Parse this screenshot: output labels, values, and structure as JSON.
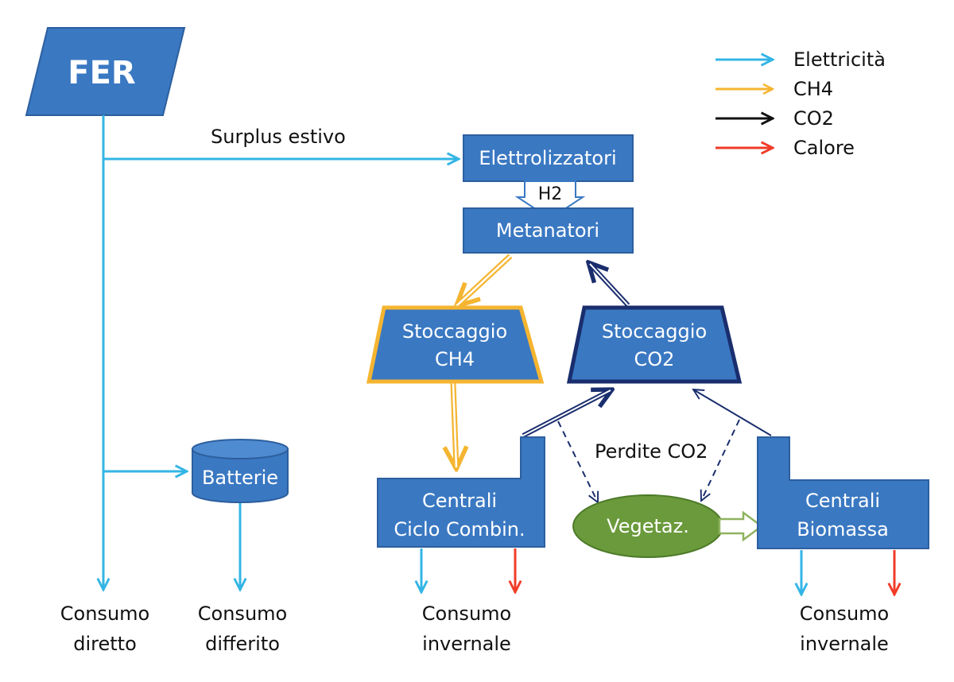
{
  "colors": {
    "electricity": "#33b5e5",
    "ch4": "#f5b531",
    "co2": "#111111",
    "heat": "#f03c28",
    "box_fill": "#3a78c2",
    "box_stroke": "#2d5f9e",
    "co2_dark": "#1a2e6e",
    "vegetation": "#6b9a3c"
  },
  "legend": {
    "items": [
      {
        "label": "Elettricità",
        "color": "#33b5e5"
      },
      {
        "label": "CH4",
        "color": "#f5b531"
      },
      {
        "label": "CO2",
        "color": "#111111"
      },
      {
        "label": "Calore",
        "color": "#f03c28"
      }
    ]
  },
  "nodes": {
    "fer": "FER",
    "elettrolizzatori": "Elettrolizzatori",
    "h2": "H2",
    "metanatori": "Metanatori",
    "stoccaggio_ch4": [
      "Stoccaggio",
      "CH4"
    ],
    "stoccaggio_co2": [
      "Stoccaggio",
      "CO2"
    ],
    "batterie": "Batterie",
    "centrali_cc": [
      "Centrali",
      "Ciclo Combin."
    ],
    "vegetazione": "Vegetaz.",
    "centrali_bio": [
      "Centrali",
      "Biomassa"
    ]
  },
  "labels": {
    "surplus": "Surplus estivo",
    "perdite": "Perdite CO2"
  },
  "outputs": {
    "consumo_diretto": [
      "Consumo",
      "diretto"
    ],
    "consumo_differito": [
      "Consumo",
      "differito"
    ],
    "consumo_invernale_1": [
      "Consumo",
      "invernale"
    ],
    "consumo_invernale_2": [
      "Consumo",
      "invernale"
    ]
  }
}
